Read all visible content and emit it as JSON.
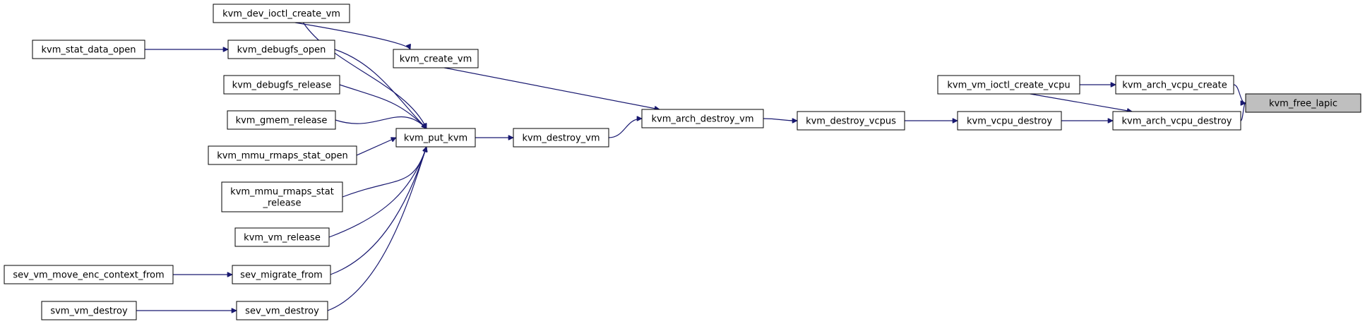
{
  "colors": {
    "edge": "#191970",
    "node_border": "#000000",
    "root_fill": "#bfbfbf",
    "node_fill": "#ffffff"
  },
  "nodes": [
    {
      "id": "kvm_free_lapic",
      "lines": [
        "kvm_free_lapic"
      ],
      "root": true
    },
    {
      "id": "kvm_arch_vcpu_create",
      "lines": [
        "kvm_arch_vcpu_create"
      ]
    },
    {
      "id": "kvm_arch_vcpu_destroy",
      "lines": [
        "kvm_arch_vcpu_destroy"
      ]
    },
    {
      "id": "kvm_vm_ioctl_create_vcpu",
      "lines": [
        "kvm_vm_ioctl_create_vcpu"
      ]
    },
    {
      "id": "kvm_vcpu_destroy",
      "lines": [
        "kvm_vcpu_destroy"
      ]
    },
    {
      "id": "kvm_destroy_vcpus",
      "lines": [
        "kvm_destroy_vcpus"
      ]
    },
    {
      "id": "kvm_arch_destroy_vm",
      "lines": [
        "kvm_arch_destroy_vm"
      ]
    },
    {
      "id": "kvm_create_vm",
      "lines": [
        "kvm_create_vm"
      ]
    },
    {
      "id": "kvm_destroy_vm",
      "lines": [
        "kvm_destroy_vm"
      ]
    },
    {
      "id": "kvm_dev_ioctl_create_vm",
      "lines": [
        "kvm_dev_ioctl_create_vm"
      ]
    },
    {
      "id": "kvm_put_kvm",
      "lines": [
        "kvm_put_kvm"
      ]
    },
    {
      "id": "kvm_debugfs_open",
      "lines": [
        "kvm_debugfs_open"
      ]
    },
    {
      "id": "kvm_debugfs_release",
      "lines": [
        "kvm_debugfs_release"
      ]
    },
    {
      "id": "kvm_gmem_release",
      "lines": [
        "kvm_gmem_release"
      ]
    },
    {
      "id": "kvm_mmu_rmaps_stat_open",
      "lines": [
        "kvm_mmu_rmaps_stat_open"
      ]
    },
    {
      "id": "kvm_mmu_rmaps_stat_release",
      "lines": [
        "kvm_mmu_rmaps_stat",
        "_release"
      ]
    },
    {
      "id": "kvm_vm_release",
      "lines": [
        "kvm_vm_release"
      ]
    },
    {
      "id": "sev_migrate_from",
      "lines": [
        "sev_migrate_from"
      ]
    },
    {
      "id": "sev_vm_destroy",
      "lines": [
        "sev_vm_destroy"
      ]
    },
    {
      "id": "kvm_stat_data_open",
      "lines": [
        "kvm_stat_data_open"
      ]
    },
    {
      "id": "sev_vm_move_enc_context_from",
      "lines": [
        "sev_vm_move_enc_context_from"
      ]
    },
    {
      "id": "svm_vm_destroy",
      "lines": [
        "svm_vm_destroy"
      ]
    }
  ],
  "edges": [
    {
      "from": "kvm_arch_vcpu_create",
      "to": "kvm_free_lapic"
    },
    {
      "from": "kvm_arch_vcpu_destroy",
      "to": "kvm_free_lapic"
    },
    {
      "from": "kvm_vm_ioctl_create_vcpu",
      "to": "kvm_arch_vcpu_create"
    },
    {
      "from": "kvm_vm_ioctl_create_vcpu",
      "to": "kvm_arch_vcpu_destroy"
    },
    {
      "from": "kvm_vcpu_destroy",
      "to": "kvm_arch_vcpu_destroy"
    },
    {
      "from": "kvm_destroy_vcpus",
      "to": "kvm_vcpu_destroy"
    },
    {
      "from": "kvm_arch_destroy_vm",
      "to": "kvm_destroy_vcpus"
    },
    {
      "from": "kvm_create_vm",
      "to": "kvm_arch_destroy_vm"
    },
    {
      "from": "kvm_destroy_vm",
      "to": "kvm_arch_destroy_vm"
    },
    {
      "from": "kvm_dev_ioctl_create_vm",
      "to": "kvm_create_vm"
    },
    {
      "from": "kvm_put_kvm",
      "to": "kvm_destroy_vm"
    },
    {
      "from": "kvm_dev_ioctl_create_vm",
      "to": "kvm_put_kvm"
    },
    {
      "from": "kvm_debugfs_open",
      "to": "kvm_put_kvm"
    },
    {
      "from": "kvm_debugfs_release",
      "to": "kvm_put_kvm"
    },
    {
      "from": "kvm_gmem_release",
      "to": "kvm_put_kvm"
    },
    {
      "from": "kvm_mmu_rmaps_stat_open",
      "to": "kvm_put_kvm"
    },
    {
      "from": "kvm_mmu_rmaps_stat_release",
      "to": "kvm_put_kvm"
    },
    {
      "from": "kvm_vm_release",
      "to": "kvm_put_kvm"
    },
    {
      "from": "sev_migrate_from",
      "to": "kvm_put_kvm"
    },
    {
      "from": "sev_vm_destroy",
      "to": "kvm_put_kvm"
    },
    {
      "from": "kvm_stat_data_open",
      "to": "kvm_debugfs_open"
    },
    {
      "from": "sev_vm_move_enc_context_from",
      "to": "sev_migrate_from"
    },
    {
      "from": "svm_vm_destroy",
      "to": "sev_vm_destroy"
    }
  ]
}
